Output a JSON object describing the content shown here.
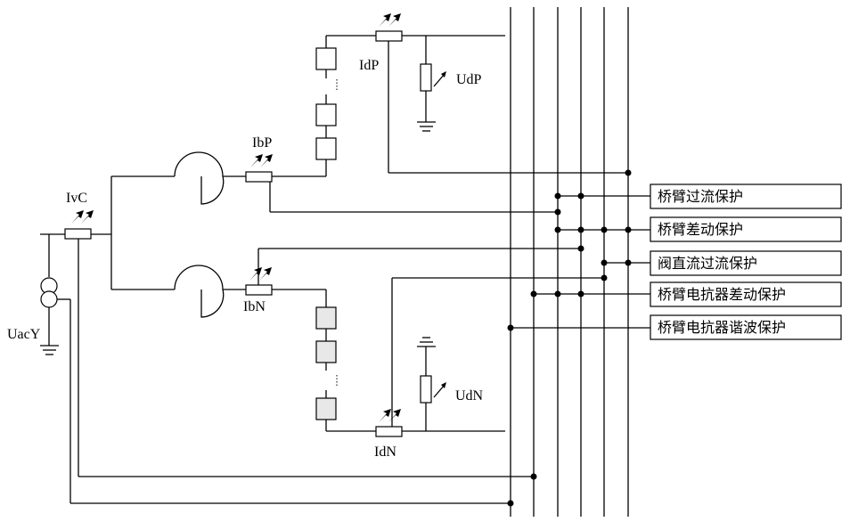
{
  "sensors": {
    "ivc": "IvC",
    "ibp": "IbP",
    "ibn": "IbN",
    "idp": "IdP",
    "idn": "IdN",
    "udp": "UdP",
    "udn": "UdN",
    "uacy": "UacY"
  },
  "protections": [
    {
      "label": "桥臂过流保护"
    },
    {
      "label": "桥臂差动保护"
    },
    {
      "label": "阀直流过流保护"
    },
    {
      "label": "桥臂电抗器差动保护"
    },
    {
      "label": "桥臂电抗器谐波保护"
    }
  ]
}
